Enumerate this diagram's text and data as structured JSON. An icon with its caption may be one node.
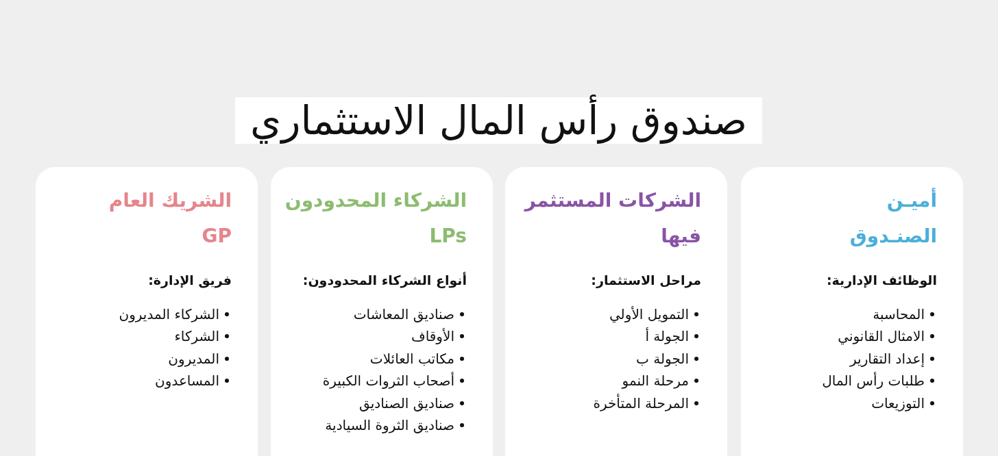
{
  "diagram": {
    "title": "صندوق رأس المال الاستثماري",
    "nodes": [
      {
        "text": [
          "أميـن الصنـدوق",
          "الوظائف الإدارية:",
          "المحاسبة",
          "الامثال القانوني",
          "إعداد التقارير",
          "طلبات رأس المال",
          "التوزيعات"
        ]
      },
      {
        "text": [
          "الشركات المستثمر فيها",
          "مراحل الاستثمار:",
          "التمويل الأولي",
          "الجولة أ",
          "الجولة ب",
          "مرحلة النمو",
          "المرحلة المتأخرة"
        ]
      },
      {
        "text": [
          "الشركاء المحدودون LPs",
          "أنواع الشركاء المحدودون:",
          "صناديق المعاشات",
          "الأوقاف",
          "مكاتب العائلات",
          "أصحاب الثروات الكبيرة",
          "صناديق الصناديق",
          "صناديق الثروة السيادية"
        ]
      },
      {
        "text": [
          "الشريك العام GP",
          "فريق الإدارة:",
          "الشركاء المديرون",
          "الشركاء",
          "المديرون",
          "المساعدون"
        ]
      }
    ]
  }
}
